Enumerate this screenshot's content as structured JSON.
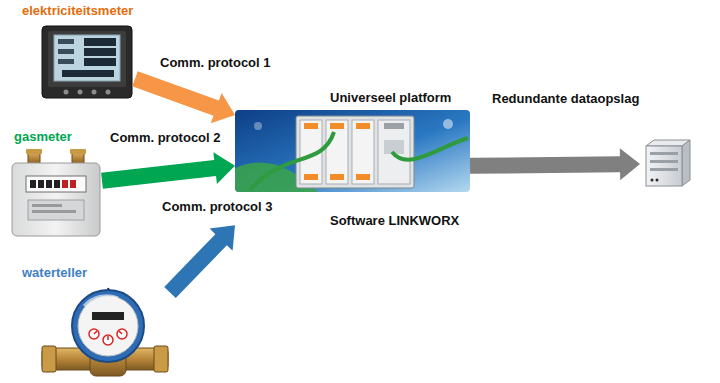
{
  "diagram": {
    "nodes": [
      {
        "text": [
          "elektriciteitsmeter"
        ]
      },
      {
        "text": [
          "gasmeter"
        ]
      },
      {
        "text": [
          "waterteller"
        ]
      },
      {
        "text": [
          "Universeel platform",
          "Software LINKWORX"
        ]
      },
      {
        "text": [
          "Redundante dataopslag"
        ]
      }
    ],
    "edges": [
      {
        "from": 0,
        "to": 3,
        "label": "Comm. protocol 1",
        "arrow": "to"
      },
      {
        "from": 1,
        "to": 3,
        "label": "Comm. protocol 2",
        "arrow": "to"
      },
      {
        "from": 2,
        "to": 3,
        "label": "Comm. protocol 3",
        "arrow": "to"
      },
      {
        "from": 3,
        "to": 4,
        "arrow": "to"
      }
    ]
  }
}
